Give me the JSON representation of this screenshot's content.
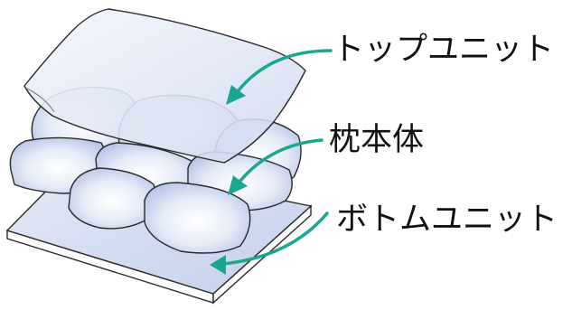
{
  "labels": {
    "top_unit": "トップユニット",
    "pillow_body": "枕本体",
    "bottom_unit": "ボトムユニット"
  },
  "colors": {
    "arrow": "#1aa691",
    "outline": "#2a2a2a",
    "panel_fill": "#e6ebf7",
    "cushion_fill": "#d9e1f3",
    "cushion_highlight": "#ffffff",
    "base_top": "#d3dcf0",
    "base_edge": "#b9c5df",
    "text": "#111111"
  }
}
